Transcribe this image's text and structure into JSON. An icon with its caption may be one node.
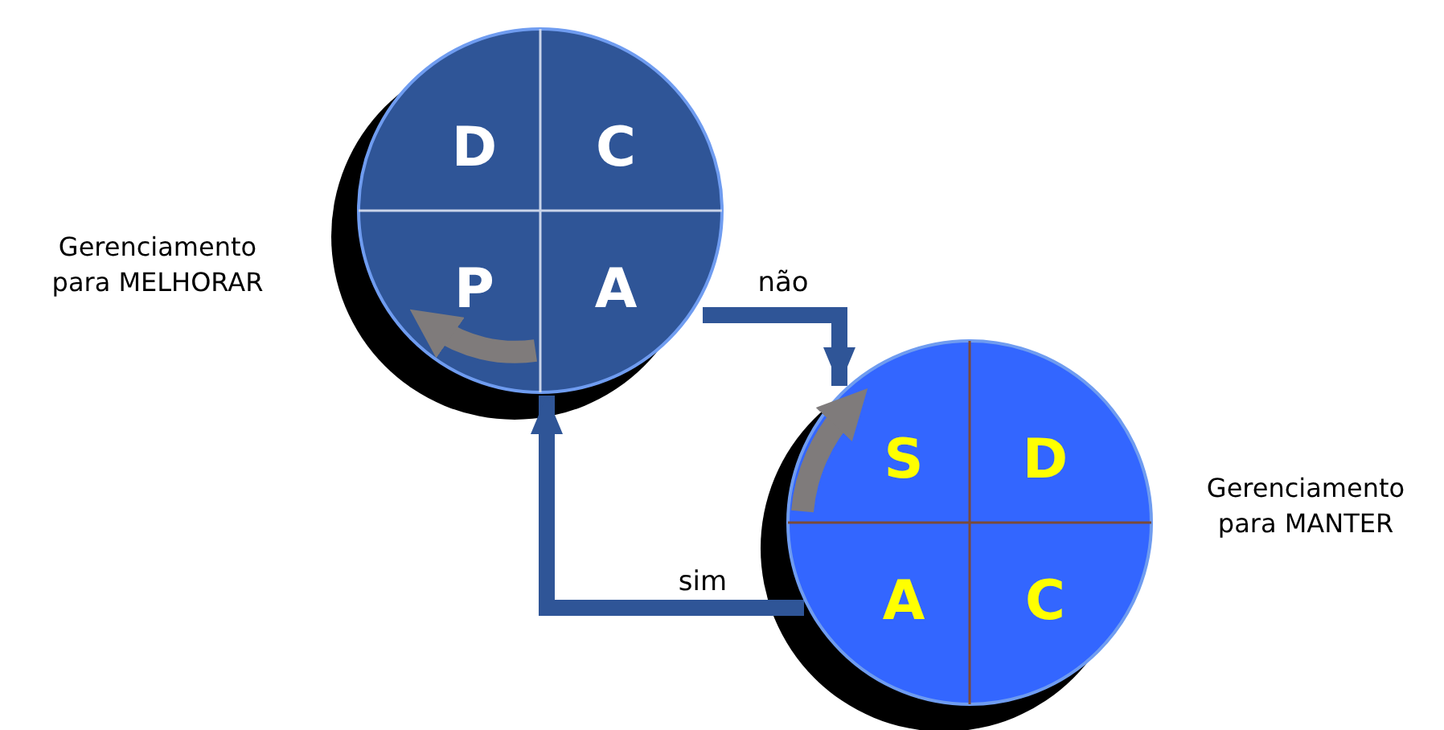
{
  "diagram": {
    "nodes": [
      {
        "text": [
          "D",
          "C",
          "P",
          "A"
        ],
        "beside": [
          "Gerenciamento para MELHORAR"
        ]
      },
      {
        "text": [
          "S",
          "D",
          "A",
          "C"
        ],
        "beside": [
          "Gerenciamento para MANTER"
        ]
      }
    ],
    "edges": [
      {
        "from": 0,
        "to": 1,
        "arrow": "to",
        "label": "não"
      },
      {
        "from": 1,
        "to": 0,
        "arrow": "to",
        "label": "sim"
      }
    ]
  }
}
